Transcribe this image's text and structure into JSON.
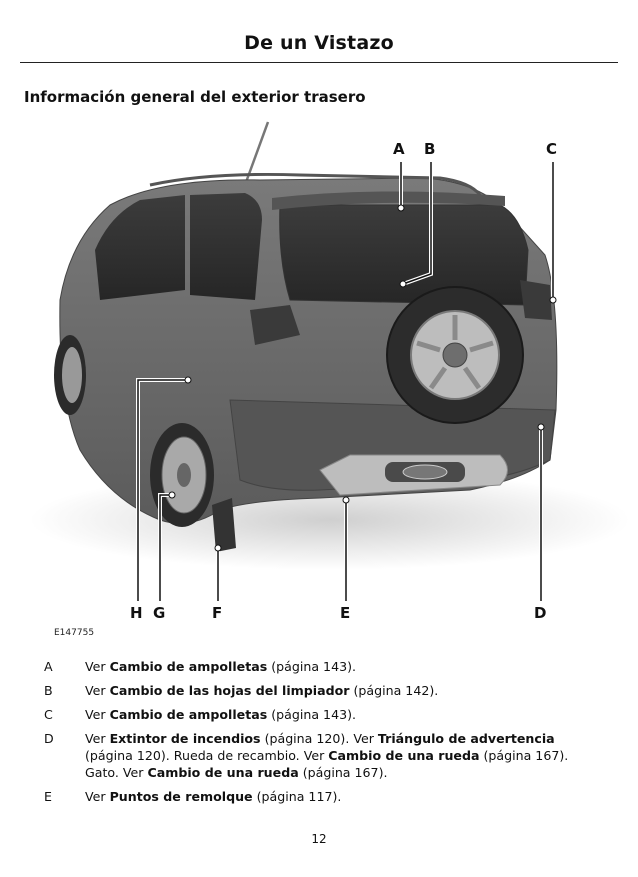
{
  "header": {
    "title": "De un Vistazo"
  },
  "section": {
    "title": "Información general del exterior trasero"
  },
  "figure": {
    "id": "E147755",
    "callouts": [
      "A",
      "B",
      "C",
      "D",
      "E",
      "F",
      "G",
      "H"
    ]
  },
  "legend": [
    {
      "key": "A",
      "segments": [
        {
          "t": "Ver "
        },
        {
          "t": "Cambio de ampolletas",
          "b": true
        },
        {
          "t": " (página 143)."
        }
      ]
    },
    {
      "key": "B",
      "segments": [
        {
          "t": "Ver "
        },
        {
          "t": "Cambio de las hojas del limpiador",
          "b": true
        },
        {
          "t": " (página 142)."
        }
      ]
    },
    {
      "key": "C",
      "segments": [
        {
          "t": "Ver "
        },
        {
          "t": "Cambio de ampolletas",
          "b": true
        },
        {
          "t": " (página 143)."
        }
      ]
    },
    {
      "key": "D",
      "segments": [
        {
          "t": "Ver "
        },
        {
          "t": "Extintor de incendios",
          "b": true
        },
        {
          "t": " (página 120). Ver "
        },
        {
          "t": "Triángulo de advertencia",
          "b": true
        },
        {
          "t": " (página 120). Rueda de recambio. Ver "
        },
        {
          "t": "Cambio de una rueda",
          "b": true
        },
        {
          "t": " (página 167). Gato. Ver "
        },
        {
          "t": "Cambio de una rueda",
          "b": true
        },
        {
          "t": " (página 167)."
        }
      ]
    },
    {
      "key": "E",
      "segments": [
        {
          "t": "Ver "
        },
        {
          "t": "Puntos de remolque",
          "b": true
        },
        {
          "t": " (página 117)."
        }
      ]
    }
  ],
  "page": {
    "number": "12"
  }
}
